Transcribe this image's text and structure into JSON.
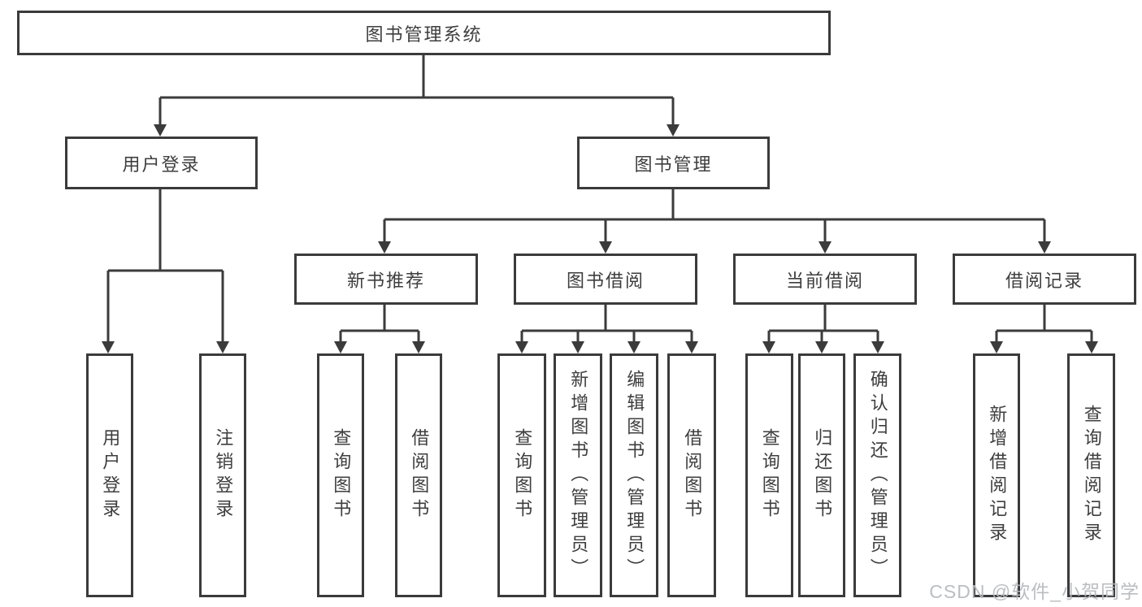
{
  "diagram": {
    "title": "图书管理系统",
    "branches": [
      {
        "label": "用户登录",
        "leaves": [
          "用户登录",
          "注销登录"
        ]
      },
      {
        "label": "图书管理",
        "sections": [
          {
            "label": "新书推荐",
            "leaves": [
              "查询图书",
              "借阅图书"
            ]
          },
          {
            "label": "图书借阅",
            "leaves": [
              "查询图书",
              "新增图书（管理员）",
              "编辑图书（管理员）",
              "借阅图书"
            ]
          },
          {
            "label": "当前借阅",
            "leaves": [
              "查询图书",
              "归还图书",
              "确认归还（管理员）"
            ]
          },
          {
            "label": "借阅记录",
            "leaves": [
              "新增借阅记录",
              "查询借阅记录"
            ]
          }
        ]
      }
    ],
    "colors": {
      "line": "#3b3b3b",
      "text": "#3e3e3e",
      "watermark": "#b5b9bd",
      "background": "#ffffff"
    }
  },
  "watermark": {
    "text": "CSDN @软件_小贺同学"
  }
}
